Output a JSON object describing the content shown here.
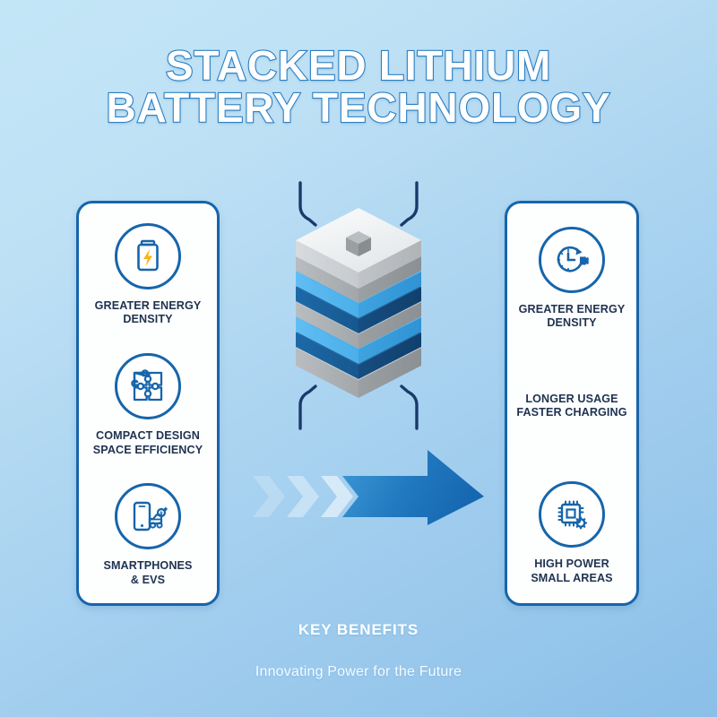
{
  "title": {
    "line1": "STACKED LITHIUM",
    "line2": "BATTERY TECHNOLOGY"
  },
  "left_panel": {
    "items": [
      {
        "icon": "battery-bolt-icon",
        "label": "GREATER ENERGY\nDENSITY"
      },
      {
        "icon": "puzzle-icon",
        "label": "COMPACT DESIGN\nSPACE EFFICIENCY"
      },
      {
        "icon": "smartphone-ev-charging-icon",
        "label": "SMARTPHONES\n& EVS"
      }
    ]
  },
  "right_panel": {
    "items": [
      {
        "icon": "clock-plug-icon",
        "label": "GREATER ENERGY\nDENSITY"
      },
      {
        "icon": "none",
        "label": "LONGER USAGE\nFASTER CHARGING"
      },
      {
        "icon": "chip-gear-icon",
        "label": "HIGH POWER\nSMALL AREAS"
      }
    ]
  },
  "center_graphic": {
    "name": "stacked-battery-cell-illustration",
    "layer_colors_top_to_bottom": [
      "#e9ecee",
      "#a9aeb1",
      "#4fb3ee",
      "#195b96",
      "#a9aeb1",
      "#4fb3ee",
      "#195b96",
      "#a9aeb1"
    ],
    "terminal_cube_color": "#8f9599",
    "wire_color": "#1a3a6b",
    "wire_count": 4
  },
  "arrow": {
    "name": "progress-arrow",
    "chevron_count": 3,
    "head_color": "#1668b0",
    "tail_color": "#3f9ad6"
  },
  "footer": {
    "heading": "KEY BENEFITS",
    "tagline": "Innovating Power for the Future"
  },
  "colors": {
    "background_top": "#c3e6f7",
    "background_bottom": "#8bbfe8",
    "brand_blue": "#1665ab",
    "accent_yellow": "#f5b61a",
    "text_navy": "#1f3250",
    "panel_white": "#fdfefe"
  }
}
